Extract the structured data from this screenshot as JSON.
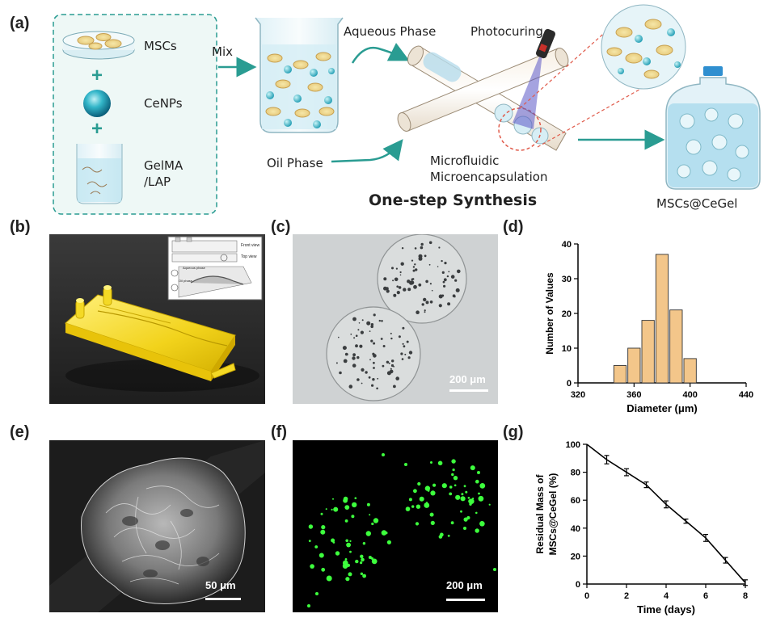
{
  "panel_labels": {
    "a": "(a)",
    "b": "(b)",
    "c": "(c)",
    "d": "(d)",
    "e": "(e)",
    "f": "(f)",
    "g": "(g)"
  },
  "schematic": {
    "mscs": "MSCs",
    "cenps": "CeNPs",
    "gelma": "GelMA",
    "lap": "/LAP",
    "plus": "+",
    "mix": "Mix",
    "aqueous": "Aqueous Phase",
    "photocuring": "Photocuring",
    "oil": "Oil Phase",
    "microfluidic": "Microfluidic",
    "microencap": "Microencapsulation",
    "onestep": "One-step Synthesis",
    "product": "MSCs@CeGel"
  },
  "inset": {
    "front": "Front view",
    "top": "Top view",
    "aq": "Aqueous phase",
    "oilp": "Oil phase"
  },
  "scalebars": {
    "c": "200 μm",
    "e": "50 μm",
    "f": "200 μm"
  },
  "colors": {
    "teal": "#2a9c92",
    "bar": "#f3c68a",
    "chip": "#f2d31c",
    "fluor": "#3dff3d"
  },
  "chart_data": [
    {
      "type": "bar",
      "categories": [
        "350",
        "360",
        "370",
        "380",
        "390",
        "400"
      ],
      "x": [
        350,
        360,
        370,
        380,
        390,
        400
      ],
      "values": [
        5,
        10,
        18,
        37,
        21,
        7
      ],
      "xlabel": "Diameter (μm)",
      "ylabel": "Number of Values",
      "xlim": [
        320,
        440
      ],
      "ylim": [
        0,
        40
      ],
      "xticks": [
        "320",
        "360",
        "400",
        "440"
      ],
      "yticks": [
        "0",
        "10",
        "20",
        "30",
        "40"
      ]
    },
    {
      "type": "line",
      "x": [
        0,
        1,
        2,
        3,
        4,
        5,
        6,
        7,
        8
      ],
      "values": [
        100,
        89,
        80,
        71,
        57,
        45,
        33,
        17,
        1
      ],
      "errors": [
        0,
        3,
        2.5,
        2,
        2.5,
        1.5,
        2.5,
        2,
        2
      ],
      "xlabel": "Time (days)",
      "ylabel_line1": "Residual Mass of",
      "ylabel_line2": "MSCs@CeGel (%)",
      "xlim": [
        0,
        8
      ],
      "ylim": [
        0,
        100
      ],
      "xticks": [
        "0",
        "2",
        "4",
        "6",
        "8"
      ],
      "yticks": [
        "0",
        "20",
        "40",
        "60",
        "80",
        "100"
      ]
    }
  ]
}
